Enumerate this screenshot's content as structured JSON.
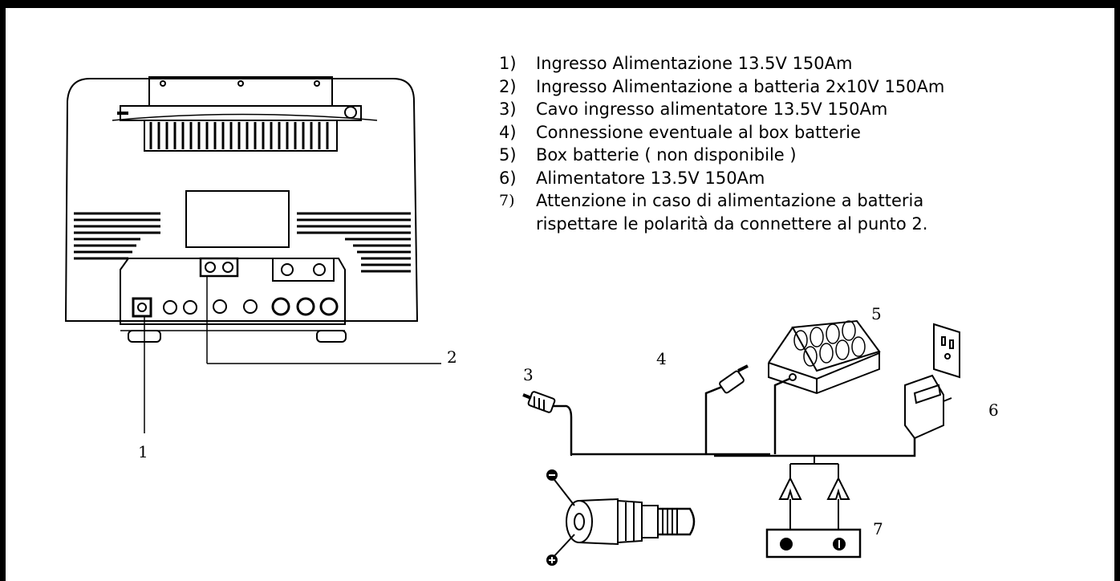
{
  "legend": [
    {
      "num": "1)",
      "text": "Ingresso Alimentazione 13.5V 150Am"
    },
    {
      "num": "2)",
      "text": "Ingresso Alimentazione a batteria 2x10V 150Am"
    },
    {
      "num": "3)",
      "text": "Cavo ingresso alimentatore 13.5V 150Am"
    },
    {
      "num": "4)",
      "text": "Connessione eventuale al box batterie"
    },
    {
      "num": "5)",
      "text": "Box batterie ( non disponibile )"
    },
    {
      "num": "6)",
      "text": "Alimentatore 13.5V 150Am"
    },
    {
      "num": "7)",
      "text_line1": "Attenzione in caso di alimentazione a batteria",
      "text_line2": "rispettare le polarità da connettere al punto 2."
    }
  ],
  "callouts": {
    "c1": "1",
    "c2": "2",
    "c3": "3",
    "c4": "4",
    "c5": "5",
    "c6": "6",
    "c7": "7"
  },
  "colors": {
    "ink": "#000000",
    "background": "#ffffff"
  }
}
